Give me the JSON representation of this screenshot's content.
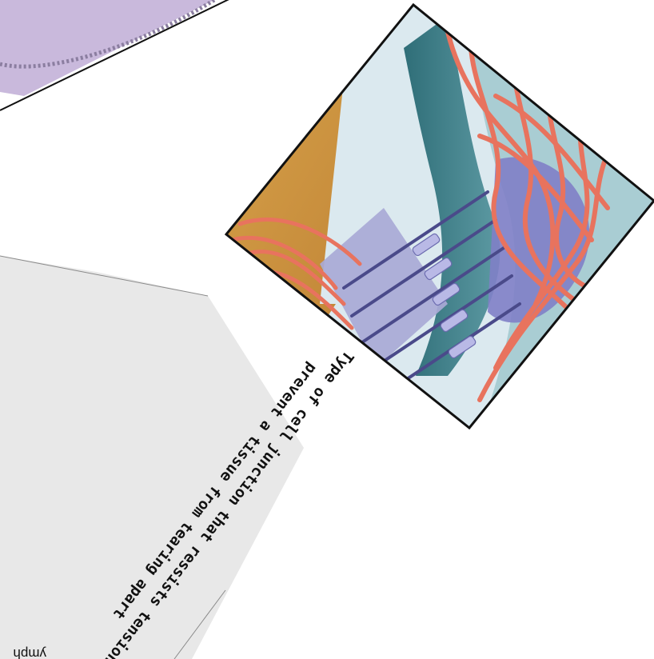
{
  "card": {
    "caption_line1": "Type of cell junction that ressists tension",
    "caption_line2": "prevent a tissue from tearing apart",
    "fragment_text": "ymph"
  },
  "colors": {
    "background": "#ffffff",
    "side_panel": "#e8e8e8",
    "top_cell": "#c9b9dc",
    "teal_cell": "#3f7f87",
    "pale_membrane": "#dbe9ef",
    "plaque": "#a9a9d6",
    "fiber": "#e8735e",
    "tan_cell": "#c99844"
  },
  "icons": [
    "desmosome-illustration"
  ]
}
